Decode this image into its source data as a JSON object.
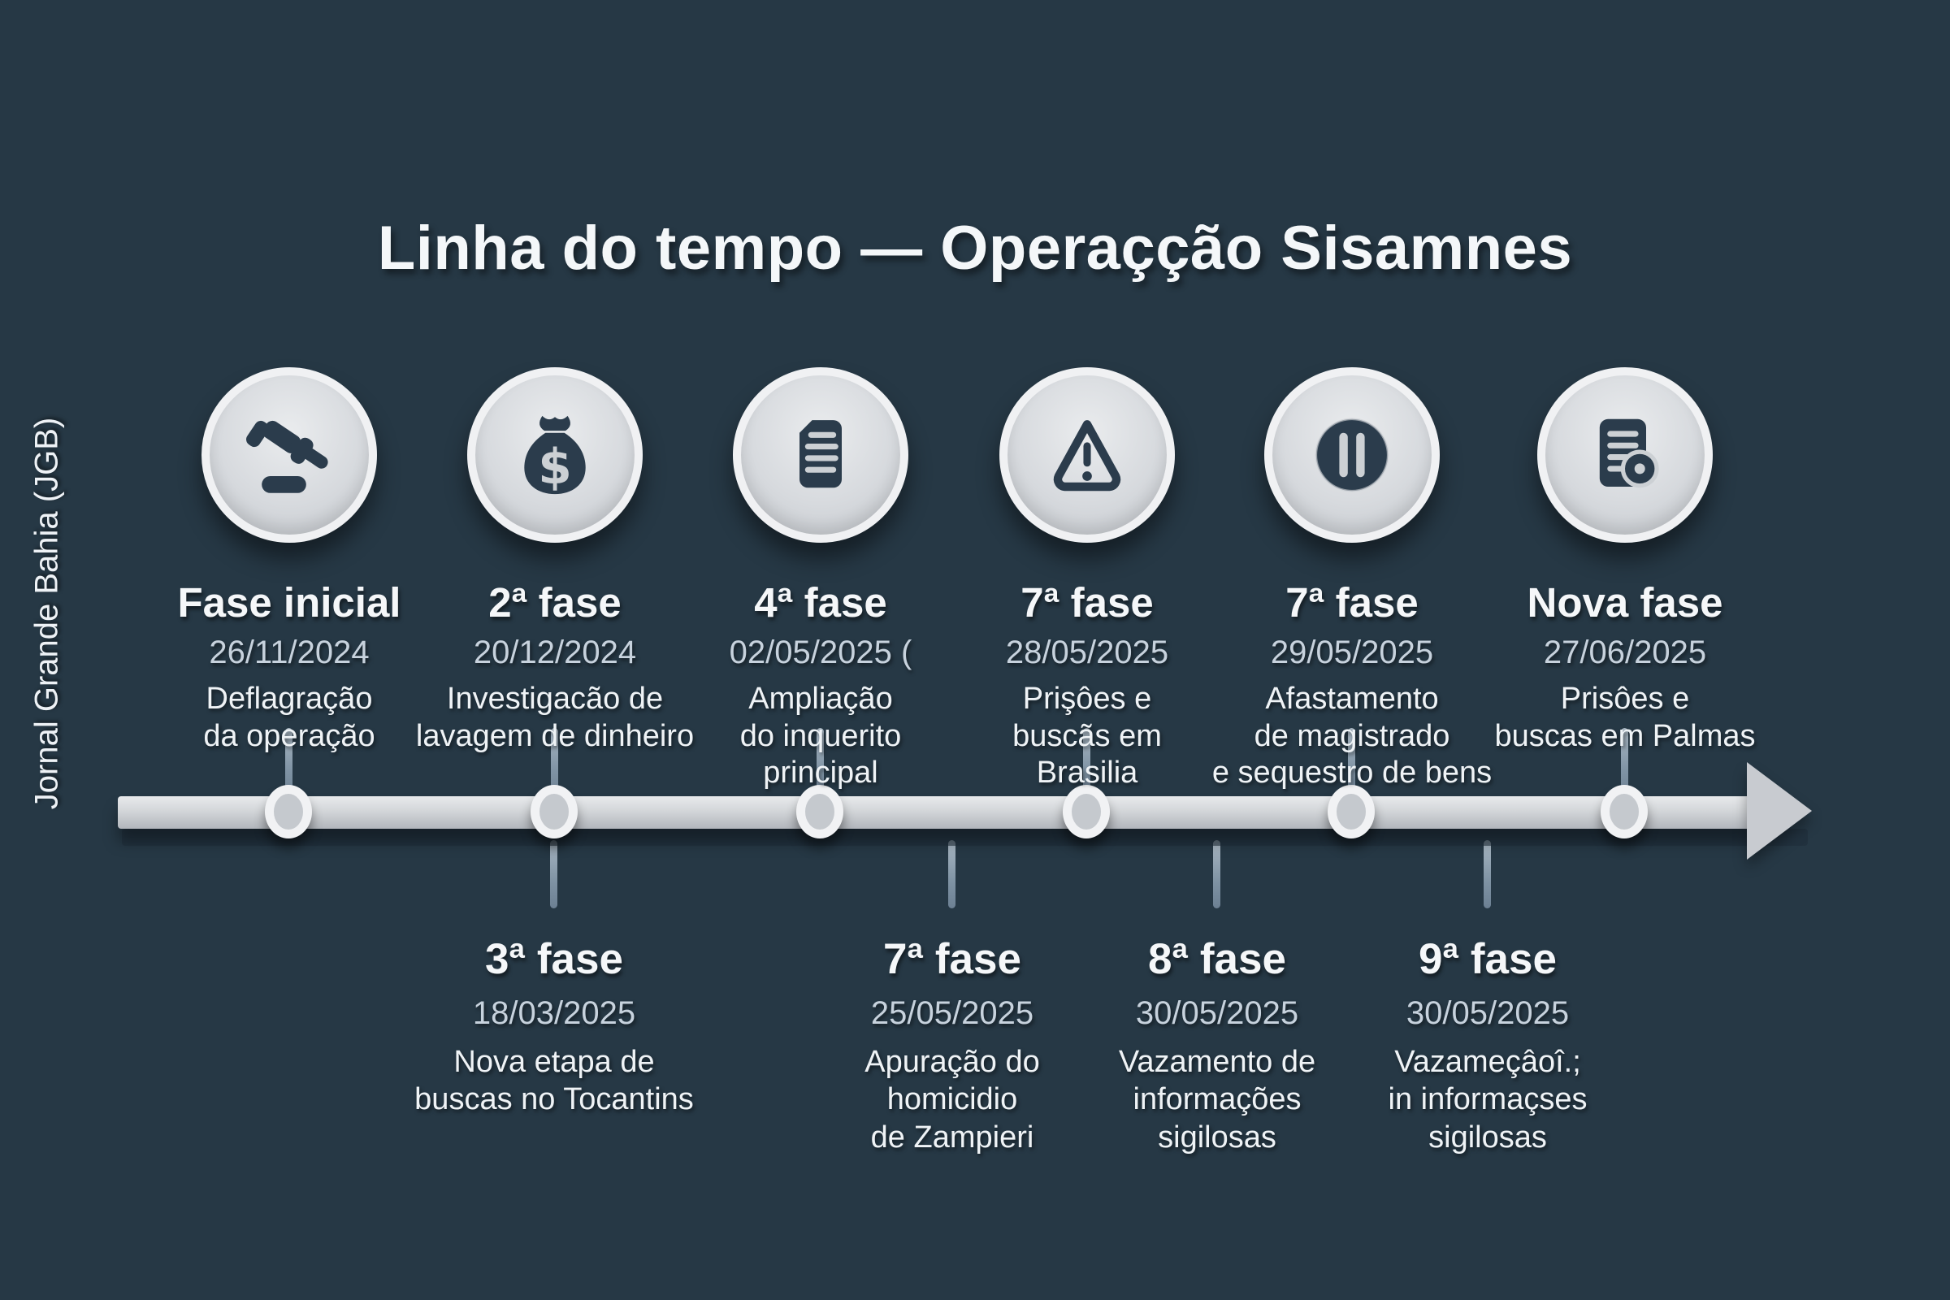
{
  "source": "Jornal Grande Bahia (JGB)",
  "title": "Linha do tempo — Operaçção Sisamnes",
  "colors": {
    "background": "#263845",
    "bar": "#c9ccd0",
    "glyph": "#2b3c4c",
    "date_text": "#c7d2dd",
    "main_text": "#f4f7f9"
  },
  "timeline": {
    "top": [
      {
        "icon": "gavel-icon",
        "title": "Fase inicial",
        "date": "26/11/2024",
        "desc": "Deflagração\nda operação"
      },
      {
        "icon": "money-bag-icon",
        "title": "2ª fase",
        "date": "20/12/2024",
        "desc": "Investigacão de\nlavagem de dinheiro"
      },
      {
        "icon": "document-icon",
        "title": "4ª fase",
        "date": "02/05/2025 (",
        "desc": "Ampliação\ndo inquerito\nprincipal"
      },
      {
        "icon": "warning-icon",
        "title": "7ª fase",
        "date": "28/05/2025",
        "desc": "Prişôes e\nbuscãs em\nBrasilia"
      },
      {
        "icon": "pause-icon",
        "title": "7ª fase",
        "date": "29/05/2025",
        "desc": "Afastamento\nde magistrado\ne sequestro de bens"
      },
      {
        "icon": "report-icon",
        "title": "Nova fase",
        "date": "27/06/2025",
        "desc": "Prisôes e\nbuscas em Palmas"
      }
    ],
    "bottom": [
      {
        "title": "3ª fase",
        "date": "18/03/2025",
        "desc": "Nova etapa de\nbuscas no Tocantins"
      },
      {
        "title": "7ª fase",
        "date": "25/05/2025",
        "desc": "Apuração do\nhomicidio\nde Zampieri"
      },
      {
        "title": "8ª fase",
        "date": "30/05/2025",
        "desc": "Vazamento de\ninformações\nsigilosas"
      },
      {
        "title": "9ª fase",
        "date": "30/05/2025",
        "desc": "Vazameçâoî.;\nin informaçses\nsigilosas"
      }
    ]
  }
}
